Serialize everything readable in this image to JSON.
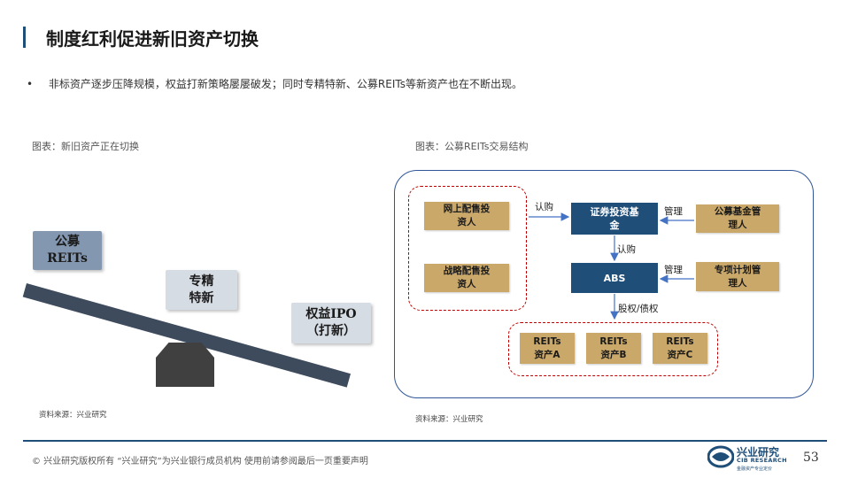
{
  "header": {
    "title": "制度红利促进新旧资产切换"
  },
  "bullet": {
    "marker": "•",
    "text": "非标资产逐步压降规模，权益打新策略屡屡破发；同时专精特新、公募REITs等新资产也在不断出现。"
  },
  "left_figure": {
    "caption": "图表：新旧资产正在切换",
    "tags": {
      "reits": [
        "公募",
        "REITs"
      ],
      "zhuanjing": [
        "专精",
        "特新"
      ],
      "ipo": [
        "权益IPO",
        "（打新）"
      ]
    },
    "source": "资料来源：兴业研究"
  },
  "right_figure": {
    "caption": "图表：公募REITs交易结构",
    "nodes": {
      "online": [
        "网上配售投",
        "资人"
      ],
      "strategic": [
        "战略配售投",
        "资人"
      ],
      "fund": [
        "证券投资基",
        "金"
      ],
      "fund_manager": [
        "公募基金管",
        "理人"
      ],
      "abs": "ABS",
      "plan_manager": [
        "专项计划管",
        "理人"
      ],
      "reits_a": [
        "REITs",
        "资产A"
      ],
      "reits_b": [
        "REITs",
        "资产B"
      ],
      "reits_c": [
        "REITs",
        "资产C"
      ]
    },
    "edges": {
      "subscribe1": "认购",
      "manage1": "管理",
      "subscribe2": "认购",
      "manage2": "管理",
      "equity": "股权/债权"
    },
    "source": "资料来源：兴业研究"
  },
  "footer": {
    "copyright": "©  兴业研究版权所有    “兴业研究”为兴业银行成员机构    使用前请参阅最后一页重要声明",
    "logo_cn": "兴业研究",
    "logo_en": "CIB RESEARCH",
    "logo_sub": "金融资产专业定价",
    "page": "53"
  },
  "colors": {
    "navy": "#1f4e79",
    "gold": "#c9a86a",
    "red_dash": "#c00000",
    "tag_light": "#d6dce4",
    "tag_dark": "#8497b0"
  }
}
